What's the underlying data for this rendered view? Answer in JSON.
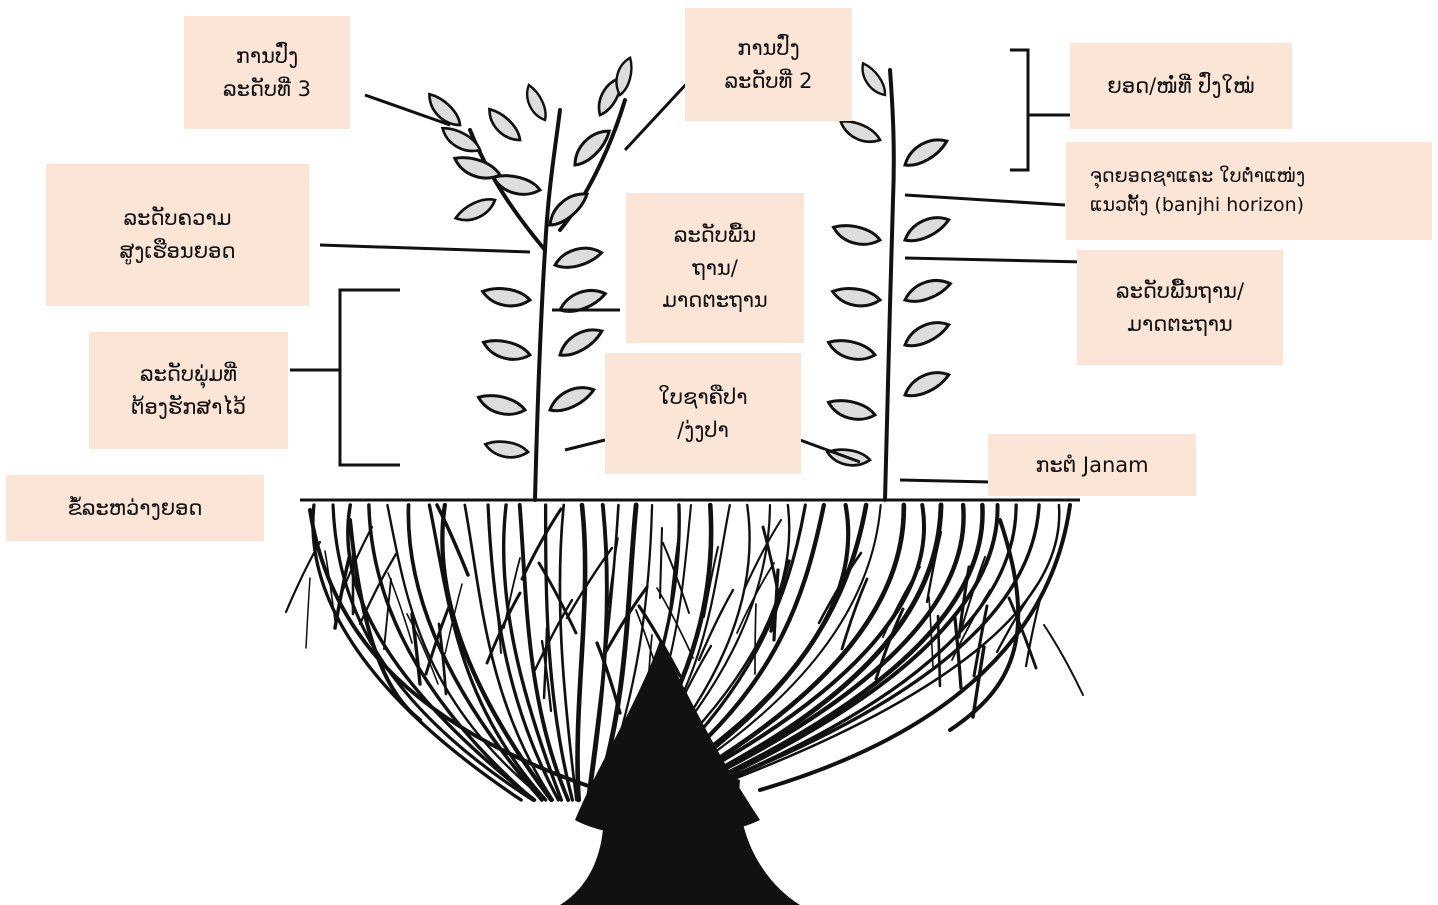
{
  "labels": {
    "pluck3": {
      "line1": "ການປົ່ງ",
      "line2": "ລະດັບທີ່ 3"
    },
    "pluck2": {
      "line1": "ການປົ່ງ",
      "line2": "ລະດັບທີ່ 2"
    },
    "new_shoot": {
      "line1": "ຍອດ/ໜໍ່ທີ່ ປົ່ງໃໝ່"
    },
    "bud_point": {
      "line1": "ຈຸດຍອດຊາແຄະ ໃບຕໍ່າແໜ່ງ",
      "line2": "ແນວຕັ້ງ (banjhi horizon)"
    },
    "shoot_height": {
      "line1": "ລະດັບຄວາມ",
      "line2": "ສູງເຮືອນຍອດ"
    },
    "base_center": {
      "line1": "ລະດັບພື້ນ",
      "line2": "ຖານ/",
      "line3": "ມາດຕະຖານ"
    },
    "base_right": {
      "line1": "ລະດັບພື້ນຖານ/",
      "line2": "ມາດຕະຖານ"
    },
    "bush_level": {
      "line1": "ລະດັບພຸ່ມທີ່",
      "line2": "ຕ້ອງຮັກສາໄວ້"
    },
    "fish_leaf": {
      "line1": "ໃບຊາຄືປາ",
      "line2": "/ງ່ງປາ"
    },
    "janam": {
      "line1": "ກະຕໍ Janam"
    },
    "internode": {
      "line1": "ຂໍ້ລະຫວ່າງຍອດ"
    }
  }
}
